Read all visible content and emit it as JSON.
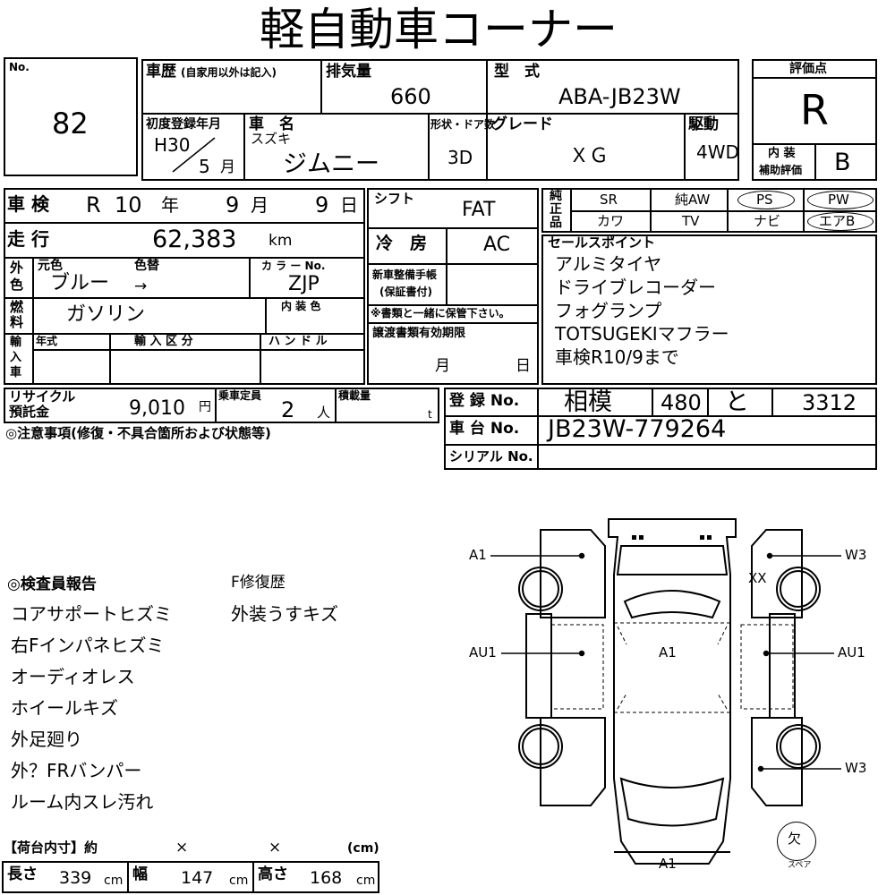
{
  "title": "軽自動車コーナー",
  "lot": {
    "label": "No.",
    "value": "82"
  },
  "history": {
    "label": "車歴",
    "sublabel": "(自家用以外は記入)",
    "value": ""
  },
  "displacement": {
    "label": "排気量",
    "value": "660"
  },
  "model": {
    "label": "型　式",
    "value": "ABA-JB23W"
  },
  "grade_box": {
    "label": "評価点",
    "score": "R",
    "interior_label_1": "内 装",
    "interior_label_2": "補助評価",
    "interior_value": "B"
  },
  "first_reg": {
    "label": "初度登録年月",
    "era_year": "H30",
    "month": "5",
    "month_unit": "月"
  },
  "car_name": {
    "label": "車　名",
    "maker": "スズキ",
    "name": "ジムニー"
  },
  "doors": {
    "label": "形状・ドア数",
    "value": "3D"
  },
  "grade": {
    "label": "グレード",
    "value": "ＸＧ"
  },
  "drive": {
    "label": "駆動",
    "value": "4WD"
  },
  "shaken": {
    "label": "車 検",
    "era": "R",
    "year": "10",
    "year_unit": "年",
    "month": "9",
    "month_unit": "月",
    "day": "9",
    "day_unit": "日"
  },
  "shift": {
    "label": "シフト",
    "value": "FAT"
  },
  "ac": {
    "label": "冷　房",
    "value": "AC"
  },
  "mileage": {
    "label": "走 行",
    "value": "62,383",
    "unit": "km"
  },
  "color": {
    "side_1": "外",
    "side_2": "色",
    "orig_label": "元色",
    "change_label": "色替",
    "orig_value": "ブルー",
    "arrow": "→",
    "code_label": "カ ラ ー No.",
    "code_value": "ZJP",
    "interior_label": "内 装 色"
  },
  "new_car_warranty": {
    "label_1": "新車整備手帳",
    "label_2": "(保証書付)",
    "note": "※書類と一緒に保管下さい。"
  },
  "fuel": {
    "side_1": "燃",
    "side_2": "料",
    "value": "ガソリン"
  },
  "import": {
    "side_1": "輸",
    "side_2": "入",
    "side_3": "車",
    "year_label": "年式",
    "class_label": "輸 入 区 分",
    "handle_label": "ハ ン ド ル"
  },
  "transfer": {
    "label": "譲渡書類有効期限",
    "month_unit": "月",
    "day_unit": "日"
  },
  "equipment": {
    "side_1": "純",
    "side_2": "正",
    "side_3": "品",
    "row1": [
      "SR",
      "純AW",
      "PS",
      "PW"
    ],
    "row2": [
      "カワ",
      "TV",
      "ナビ",
      "エアB"
    ]
  },
  "sales_points": {
    "label": "セールスポイント",
    "items": [
      "アルミタイヤ",
      "ドライブレコーダー",
      "フォグランプ",
      "TOTSUGEKIマフラー",
      "車検R10/9まで"
    ]
  },
  "recycle": {
    "label_1": "リサイクル",
    "label_2": "預託金",
    "value": "9,010",
    "unit": "円"
  },
  "capacity": {
    "label": "乗車定員",
    "value": "2",
    "unit": "人"
  },
  "load": {
    "label": "積載量",
    "unit": "t"
  },
  "registration": {
    "label": "登 録 No.",
    "area": "相模",
    "class": "480",
    "kana": "と",
    "number": "3312"
  },
  "chassis": {
    "label": "車 台 No.",
    "value": "JB23W-779264"
  },
  "serial": {
    "label": "シリアル No."
  },
  "notes": {
    "label": "◎注意事項(修復・不具合箇所および状態等)"
  },
  "inspector": {
    "label": "◎検査員報告",
    "repair_label": "F修復歴",
    "items": [
      "コアサポートヒズミ",
      "右Fインパネヒズミ",
      "オーディオレス",
      "ホイールキズ",
      "外足廻り",
      "外？FRバンパー",
      "ルーム内スレ汚れ"
    ],
    "right_item": "外装うすキズ"
  },
  "cargo": {
    "label": "【荷台内寸】約",
    "x1": "×",
    "x2": "×",
    "unit_label": "(cm)",
    "length_label": "長さ",
    "length": "339",
    "width_label": "幅",
    "width": "147",
    "height_label": "高さ",
    "height": "168",
    "unit": "cm"
  },
  "diagram": {
    "marks": {
      "front_left": "A1",
      "front_right": "W3",
      "front_right_xx": "XX",
      "side_left": "AU1",
      "roof": "A1",
      "side_right": "AU1",
      "rear_right": "W3",
      "rear": "A1"
    },
    "spare_label": "欠",
    "spare_sub": "スペア"
  }
}
